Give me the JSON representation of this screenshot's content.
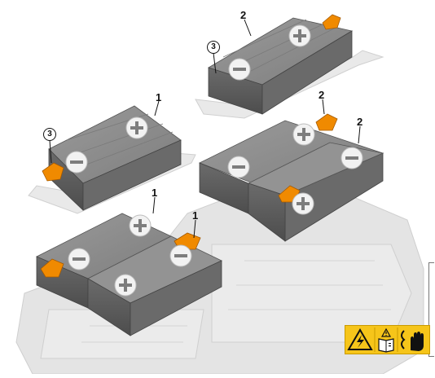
{
  "callouts": {
    "top_module_label": "2",
    "top_module_connector": "3",
    "left_module_label": "1",
    "left_module_connector": "3",
    "right_front_label": "2",
    "right_rear_label": "2",
    "bottom_left_label": "1",
    "bottom_right_label": "1"
  },
  "icons": {
    "positive": "plus-terminal-icon",
    "negative": "minus-terminal-icon",
    "high_voltage": "high-voltage-warning-icon",
    "manual": "read-manual-icon",
    "no_touch": "do-not-touch-icon"
  },
  "colors": {
    "module_top": "#8c8c8c",
    "module_side": "#5e5e5e",
    "connector": "#f08a00",
    "warning": "#f6c51a",
    "ghost_frame": "#dcdcdc"
  }
}
